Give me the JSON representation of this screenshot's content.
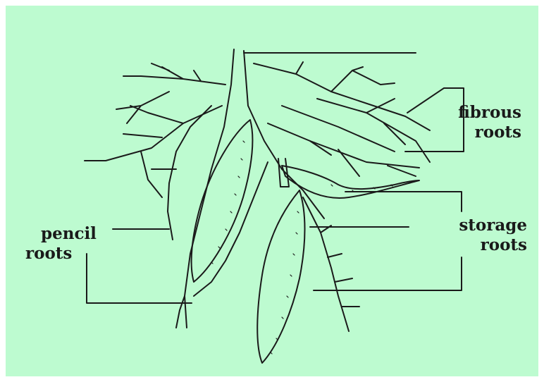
{
  "colors": {
    "background": "#bdfbd0",
    "ink": "#1a1a1a"
  },
  "labels": {
    "fibrous_line1": "fibrous",
    "fibrous_line2": "roots",
    "storage_line1": "storage",
    "storage_line2": "roots",
    "pencil_line1": "pencil",
    "pencil_line2": "roots"
  }
}
